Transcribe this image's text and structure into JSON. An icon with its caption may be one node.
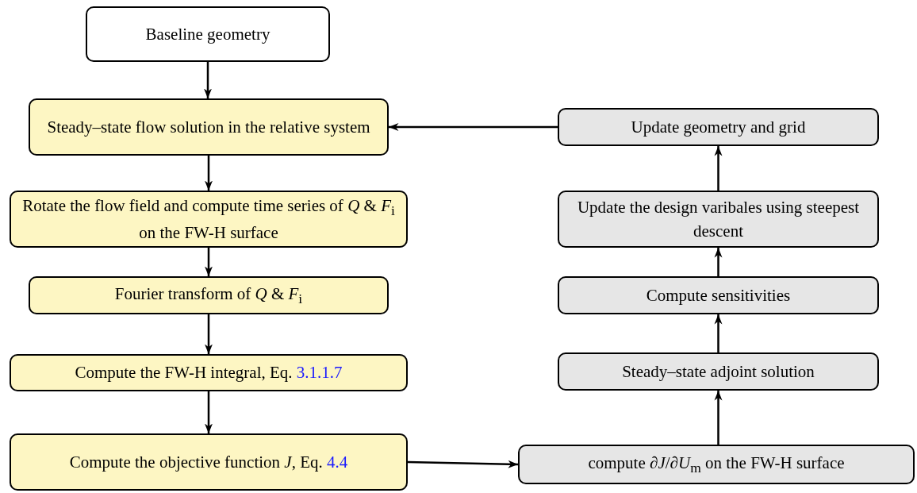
{
  "diagram": {
    "nodes": [
      {
        "text": [
          "Baseline geometry"
        ]
      },
      {
        "text": [
          "Steady–state flow solution in the relative system"
        ]
      },
      {
        "text": [
          "Rotate the flow field and compute time series of *Q* & *F*$_{i}$ on the FW-H surface"
        ]
      },
      {
        "text": [
          "Fourier transform of *Q* & *F*$_{i}$"
        ]
      },
      {
        "text": [
          "Compute the FW-H integral, Eq. 3.1.1.7"
        ]
      },
      {
        "text": [
          "Compute the objective function *J*, Eq. 4.4"
        ]
      },
      {
        "text": [
          "compute ∂*J*/∂*U*$_{m}$ on the FW-H surface"
        ]
      },
      {
        "text": [
          "Steady–state adjoint solution"
        ]
      },
      {
        "text": [
          "Compute sensitivities"
        ]
      },
      {
        "text": [
          "Update the design varibales using steepest descent"
        ]
      },
      {
        "text": [
          "Update geometry and grid"
        ]
      }
    ],
    "edges": [
      {
        "from": 0,
        "to": 1,
        "arrow": "to"
      },
      {
        "from": 1,
        "to": 2,
        "arrow": "to"
      },
      {
        "from": 2,
        "to": 3,
        "arrow": "to"
      },
      {
        "from": 3,
        "to": 4,
        "arrow": "to"
      },
      {
        "from": 4,
        "to": 5,
        "arrow": "to"
      },
      {
        "from": 5,
        "to": 6,
        "arrow": "to"
      },
      {
        "from": 6,
        "to": 7,
        "arrow": "to"
      },
      {
        "from": 7,
        "to": 8,
        "arrow": "to"
      },
      {
        "from": 8,
        "to": 9,
        "arrow": "to"
      },
      {
        "from": 9,
        "to": 10,
        "arrow": "to"
      },
      {
        "from": 10,
        "to": 1,
        "arrow": "to"
      }
    ]
  }
}
